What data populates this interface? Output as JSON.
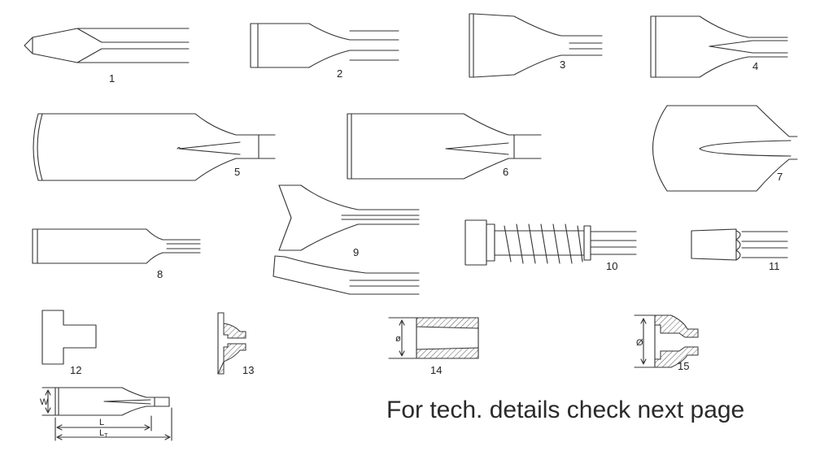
{
  "items": [
    {
      "label": "1"
    },
    {
      "label": "2"
    },
    {
      "label": "3"
    },
    {
      "label": "4"
    },
    {
      "label": "5"
    },
    {
      "label": "6"
    },
    {
      "label": "7"
    },
    {
      "label": "8"
    },
    {
      "label": "9"
    },
    {
      "label": "10"
    },
    {
      "label": "11"
    },
    {
      "label": "12"
    },
    {
      "label": "13"
    },
    {
      "label": "14"
    },
    {
      "label": "15"
    }
  ],
  "dimensions": {
    "diameter_symbol_14": "ø",
    "diameter_symbol_15": "Ø",
    "width": "W",
    "length": "L",
    "total_length_base": "L",
    "total_length_sub": "T"
  },
  "footer": {
    "text": "For tech. details check next page"
  }
}
